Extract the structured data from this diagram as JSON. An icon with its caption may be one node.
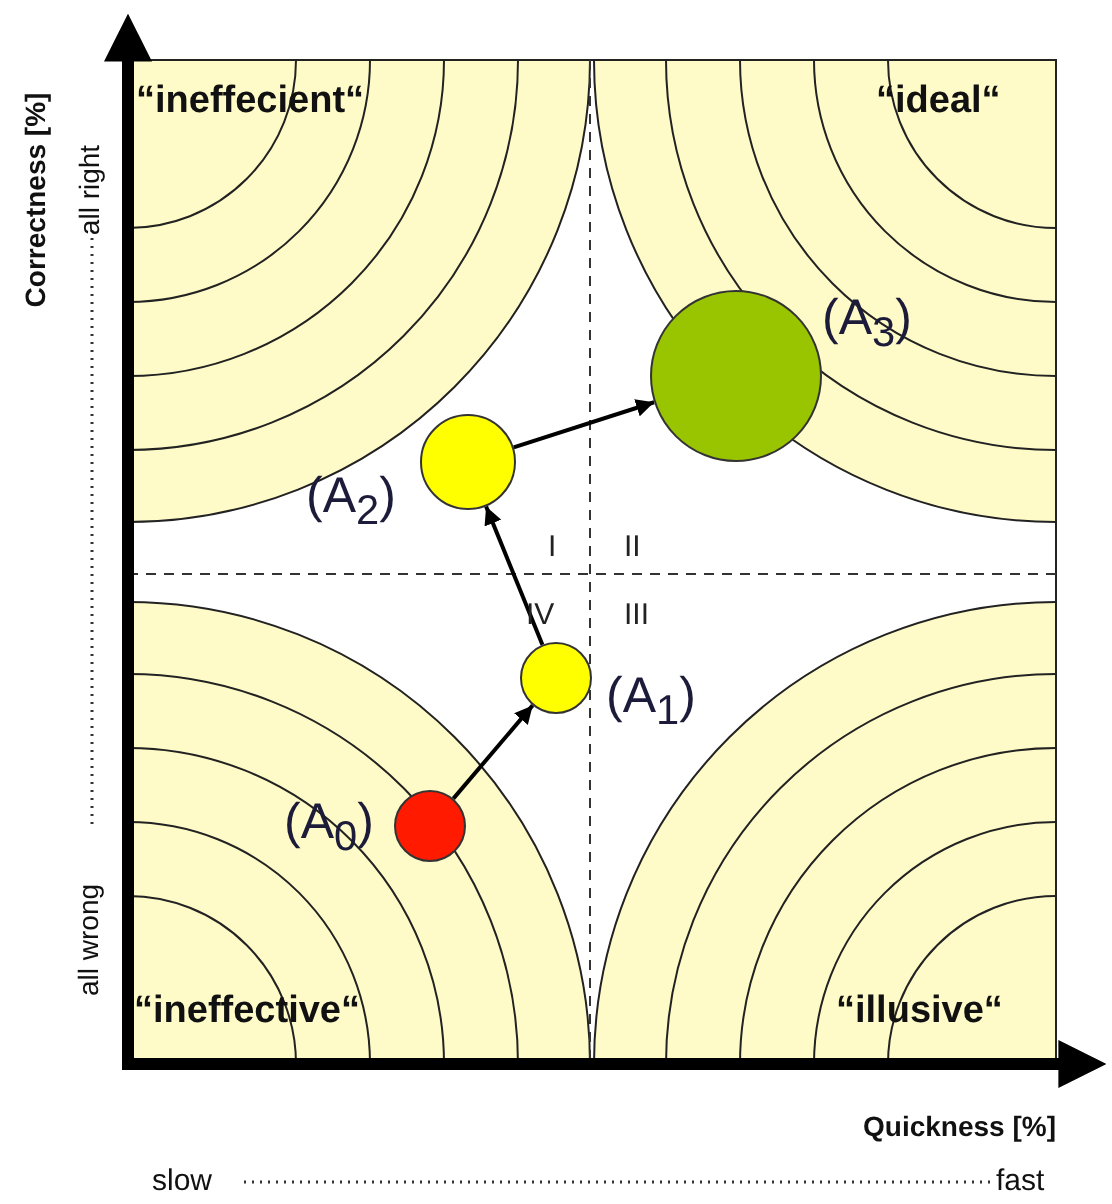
{
  "diagram": {
    "nodes": [
      {
        "text": [],
        "shape": "circle",
        "beside": [
          "(A$_{0}$)"
        ]
      },
      {
        "text": [],
        "shape": "circle",
        "beside": [
          "(A$_{1}$)"
        ]
      },
      {
        "text": [],
        "shape": "circle",
        "beside": [
          "(A$_{2}$)"
        ]
      },
      {
        "text": [],
        "shape": "circle",
        "beside": [
          "(A$_{3}$)"
        ]
      }
    ],
    "edges": [
      {
        "from": 0,
        "to": 1,
        "arrow": "to"
      },
      {
        "from": 1,
        "to": 2,
        "arrow": "to"
      },
      {
        "from": 2,
        "to": 3,
        "arrow": "to"
      }
    ],
    "labels": [
      "“ineffecient“",
      "“ideal“",
      "I",
      "II",
      "IV",
      "III",
      "“ineffective“",
      "“illusive“",
      "Correctness [%]",
      "all wrong",
      "all right",
      "Quickness [%]",
      "slow",
      "fast"
    ]
  }
}
